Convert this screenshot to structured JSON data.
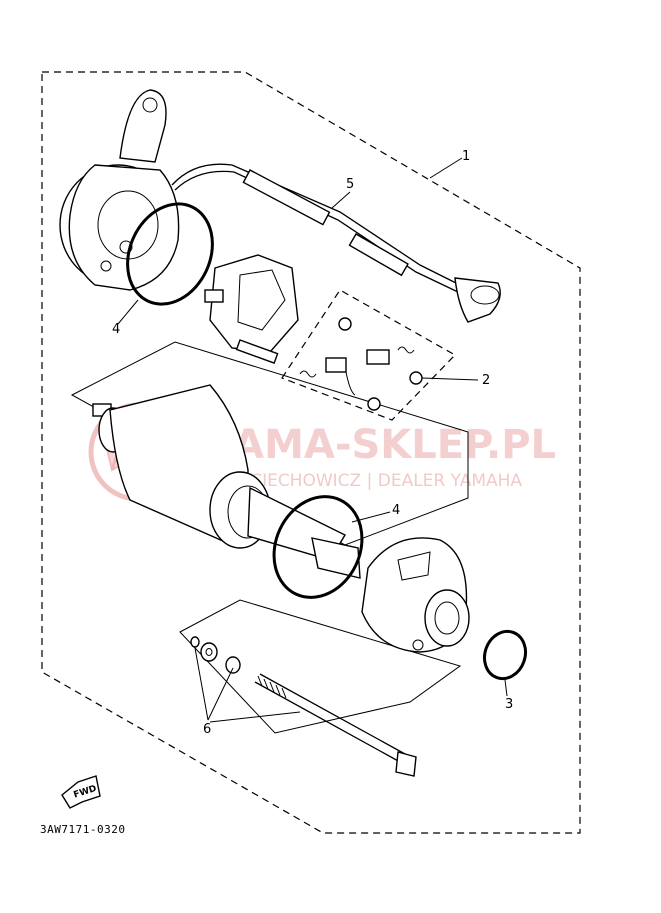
{
  "diagram": {
    "callouts": {
      "one": "1",
      "two": "2",
      "three": "3",
      "four_top": "4",
      "four_mid": "4",
      "five": "5",
      "six": "6"
    },
    "drawing_code": "3AW7171-0320",
    "fwd_label": "FWD"
  },
  "watermark": {
    "title": "YAMA-SKLEP.PL",
    "subtitle": "WOJCIECHOWICZ | DEALER YAMAHA",
    "color": "#e88a8a"
  }
}
